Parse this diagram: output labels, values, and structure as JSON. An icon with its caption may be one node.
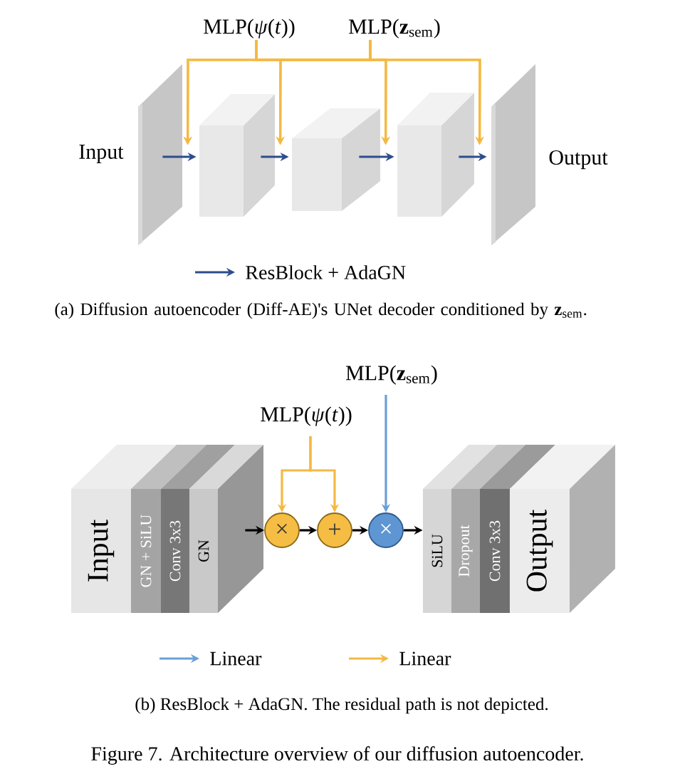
{
  "diagram": {
    "caption": "Figure 7. Architecture overview of our diffusion autoencoder.",
    "nodes": [
      {
        "text": [
          "MLP(*ψ*(*t*))"
        ]
      },
      {
        "text": [
          "MLP(**z**$_{sem}$)"
        ]
      },
      {
        "text": [],
        "shape": "box",
        "beside": [
          "Input"
        ]
      },
      {
        "text": [],
        "shape": "box"
      },
      {
        "text": [],
        "shape": "box"
      },
      {
        "text": [],
        "shape": "box"
      },
      {
        "text": [],
        "shape": "box",
        "beside": [
          "Output"
        ]
      },
      {
        "text": [
          "MLP(**z**$_{sem}$)"
        ]
      },
      {
        "text": [
          "MLP(*ψ*(*t*))"
        ]
      },
      {
        "text": [
          "Input",
          "GN + SiLU",
          "Conv 3x3",
          "GN"
        ]
      },
      {
        "text": [
          "×"
        ]
      },
      {
        "text": [
          "+"
        ]
      },
      {
        "text": [
          "×"
        ]
      },
      {
        "text": [
          "SiLU",
          "Dropout",
          "Conv 3x3",
          "Output"
        ]
      }
    ],
    "edges": [
      {
        "from": 2,
        "to": 3,
        "arrow": "to",
        "color": "#2d4d8c"
      },
      {
        "from": 3,
        "to": 4,
        "arrow": "to",
        "color": "#2d4d8c"
      },
      {
        "from": 4,
        "to": 5,
        "arrow": "to",
        "color": "#2d4d8c"
      },
      {
        "from": 5,
        "to": 6,
        "arrow": "to",
        "color": "#2d4d8c"
      },
      {
        "from": 0,
        "to": 3,
        "arrow": "to",
        "color": "#f4b942"
      },
      {
        "from": 0,
        "to": 4,
        "arrow": "to",
        "color": "#f4b942"
      },
      {
        "from": 0,
        "to": 5,
        "arrow": "to",
        "color": "#f4b942"
      },
      {
        "from": 0,
        "to": 6,
        "arrow": "to",
        "color": "#f4b942"
      },
      {
        "from": 1,
        "to": 3,
        "arrow": "to",
        "color": "#f4b942"
      },
      {
        "from": 1,
        "to": 4,
        "arrow": "to",
        "color": "#f4b942"
      },
      {
        "from": 1,
        "to": 5,
        "arrow": "to",
        "color": "#f4b942"
      },
      {
        "from": 1,
        "to": 6,
        "arrow": "to",
        "color": "#f4b942"
      },
      {
        "from": 9,
        "to": 10,
        "arrow": "to",
        "color": "#000000"
      },
      {
        "from": 10,
        "to": 11,
        "arrow": "to",
        "color": "#000000"
      },
      {
        "from": 11,
        "to": 12,
        "arrow": "to",
        "color": "#000000"
      },
      {
        "from": 12,
        "to": 13,
        "arrow": "to",
        "color": "#000000"
      },
      {
        "from": 8,
        "to": 10,
        "arrow": "to",
        "color": "#f4b942"
      },
      {
        "from": 8,
        "to": 11,
        "arrow": "to",
        "color": "#f4b942"
      },
      {
        "from": 7,
        "to": 12,
        "arrow": "to",
        "color": "#6a9fd8"
      }
    ],
    "labels": [
      "(a) Diffusion autoencoder (Diff-AE)'s UNet decoder conditioned by **z**$_{sem}$.",
      "(b) ResBlock + AdaGN. The residual path is not depicted."
    ],
    "legend": [
      {
        "text": "ResBlock + AdaGN"
      },
      {
        "text": "Linear"
      },
      {
        "text": "Linear"
      }
    ]
  }
}
